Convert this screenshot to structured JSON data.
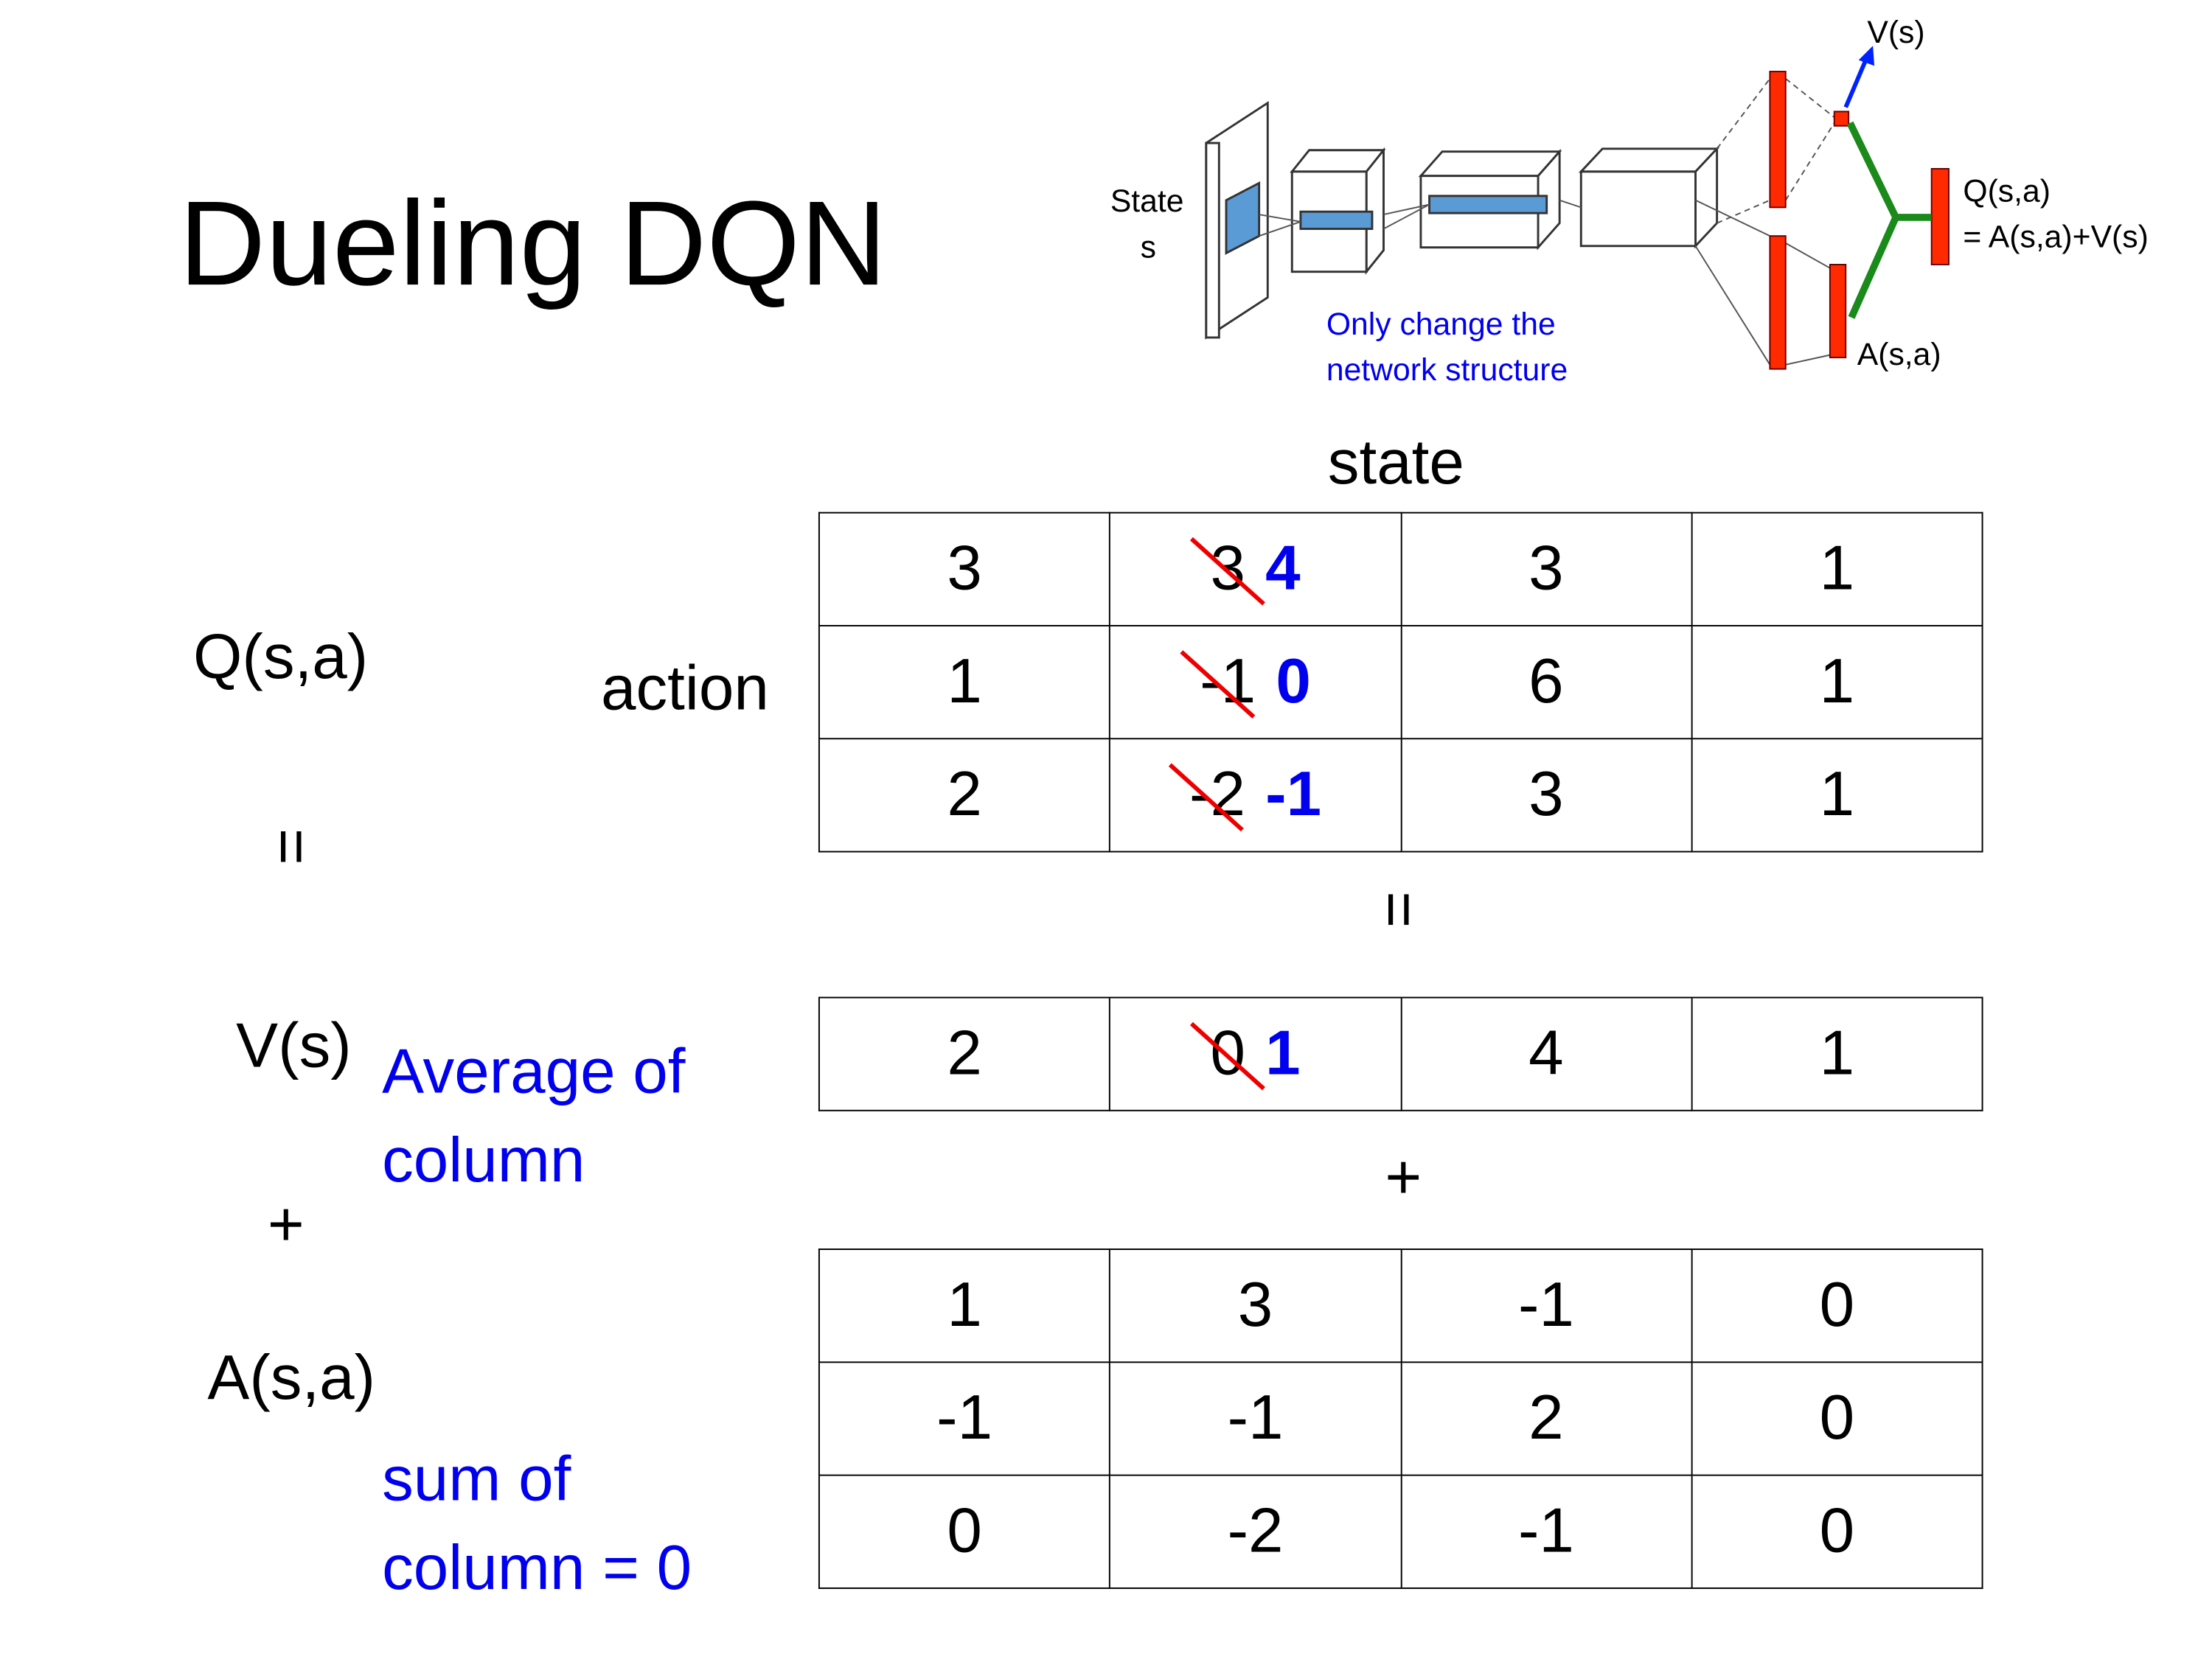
{
  "title": "Dueling DQN",
  "diagram": {
    "state_label": "State",
    "state_sub": "s",
    "v_label": "V(s)",
    "q_label": "Q(s,a)",
    "q_formula": "= A(s,a)+V(s)",
    "a_label": "A(s,a)",
    "note_line1": "Only change the",
    "note_line2": "network structure",
    "colors": {
      "layer": "#ff2a00",
      "conv": "#5b9bd5",
      "stream": "#1a8a1a",
      "arrow": "#0022ff",
      "note": "#0000ee"
    }
  },
  "labels": {
    "state": "state",
    "action": "action",
    "q": "Q(s,a)",
    "v": "V(s)",
    "a": "A(s,a)",
    "equals": "=",
    "plus": "+",
    "avg_line1": "Average of",
    "avg_line2": "column",
    "sum_line1": "sum of",
    "sum_line2": "column = 0"
  },
  "q_table": [
    [
      {
        "v": "3"
      },
      {
        "old": "3",
        "new": "4"
      },
      {
        "v": "3"
      },
      {
        "v": "1"
      }
    ],
    [
      {
        "v": "1"
      },
      {
        "old": "-1",
        "new": "0"
      },
      {
        "v": "6"
      },
      {
        "v": "1"
      }
    ],
    [
      {
        "v": "2"
      },
      {
        "old": "-2",
        "new": "-1"
      },
      {
        "v": "3"
      },
      {
        "v": "1"
      }
    ]
  ],
  "v_table": [
    [
      {
        "v": "2"
      },
      {
        "old": "0",
        "new": "1"
      },
      {
        "v": "4"
      },
      {
        "v": "1"
      }
    ]
  ],
  "a_table": [
    [
      {
        "v": "1"
      },
      {
        "v": "3"
      },
      {
        "v": "-1"
      },
      {
        "v": "0"
      }
    ],
    [
      {
        "v": "-1"
      },
      {
        "v": "-1"
      },
      {
        "v": "2"
      },
      {
        "v": "0"
      }
    ],
    [
      {
        "v": "0"
      },
      {
        "v": "-2"
      },
      {
        "v": "-1"
      },
      {
        "v": "0"
      }
    ]
  ]
}
